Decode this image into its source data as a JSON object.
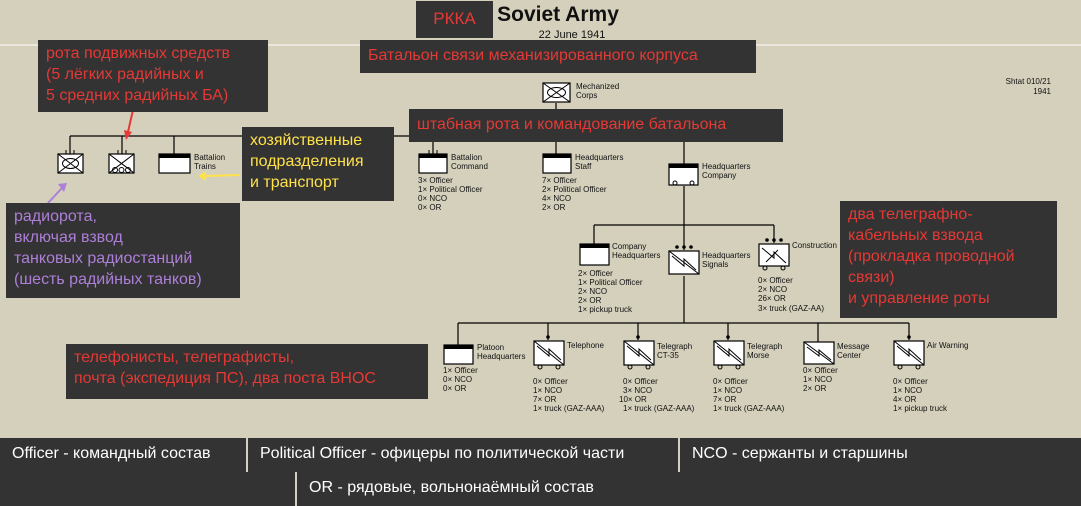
{
  "header": {
    "title": "Soviet Army",
    "date": "22 June 1941",
    "shtat": [
      "Shtat 010/21",
      "1941"
    ]
  },
  "annotations": {
    "rkka": "РККА",
    "battalion": "Батальон связи механизированного корпуса",
    "hq_company": "штабная рота и командование батальона",
    "mobile_company": [
      "рота подвижных средств",
      "(5 лёгких радийных и",
      "5 средних радийных БА)"
    ],
    "trains": [
      "хозяйственные",
      "подразделения",
      "и транспорт"
    ],
    "radio_company": [
      "радиорота,",
      "включая взвод",
      "танковых радиостанций",
      "(шесть радийных танков)"
    ],
    "telegraph_platoons": [
      "два телеграфно-",
      "кабельных взвода",
      "(прокладка проводной",
      "связи)",
      "и управление роты"
    ],
    "signals_platoons": [
      "телефонисты, телеграфисты,",
      "почта (экспедиция ПС), два поста ВНОС"
    ]
  },
  "units": {
    "corps": [
      "Mechanized",
      "Corps"
    ],
    "battalion_trains": [
      "Battalion",
      "Trains"
    ],
    "battalion_command": {
      "label": [
        "Battalion",
        "Command"
      ],
      "personnel": [
        "3× Officer",
        "1× Political Officer",
        "0× NCO",
        "0× OR"
      ]
    },
    "hq_staff": {
      "label": [
        "Headquarters",
        "Staff"
      ],
      "personnel": [
        "7× Officer",
        "2× Political Officer",
        "4× NCO",
        "2× OR"
      ]
    },
    "hq_company": {
      "label": [
        "Headquarters",
        "Company"
      ]
    },
    "company_hq": {
      "label": [
        "Company",
        "Headquarters"
      ],
      "personnel": [
        "2× Officer",
        "1× Political Officer",
        "2× NCO",
        "2× OR",
        "1× pickup truck"
      ]
    },
    "hq_signals": {
      "label": [
        "Headquarters",
        "Signals"
      ]
    },
    "construction": {
      "label": [
        "Construction"
      ],
      "personnel": [
        "0× Officer",
        "2× NCO",
        "26× OR",
        "3× truck (GAZ-AA)"
      ]
    },
    "platoon_hq": {
      "label": [
        "Platoon",
        "Headquarters"
      ],
      "personnel": [
        "1× Officer",
        "0× NCO",
        "0× OR"
      ]
    },
    "telephone": {
      "label": [
        "Telephone"
      ],
      "personnel": [
        "0× Officer",
        "1× NCO",
        "7× OR",
        "1× truck (GAZ-AAA)"
      ]
    },
    "telegraph_ct35": {
      "label": [
        "Telegraph",
        "CT-35"
      ],
      "personnel": [
        "0× Officer",
        "3× NCO",
        "10× OR",
        "1× truck (GAZ-AAA)"
      ]
    },
    "telegraph_morse": {
      "label": [
        "Telegraph",
        "Morse"
      ],
      "personnel": [
        "0× Officer",
        "1× NCO",
        "7× OR",
        "1× truck (GAZ-AAA)"
      ]
    },
    "message_center": {
      "label": [
        "Message",
        "Center"
      ],
      "personnel": [
        "0× Officer",
        "1× NCO",
        "2× OR"
      ]
    },
    "air_warning": {
      "label": [
        "Air Warning"
      ],
      "personnel": [
        "0× Officer",
        "1× NCO",
        "4× OR",
        "1× pickup truck"
      ]
    }
  },
  "legend": {
    "officer": "Officer - командный состав",
    "political": "Political Officer - офицеры по политической части",
    "nco": "NCO - сержанты и старшины",
    "or": "OR - рядовые, вольнонаёмный состав"
  },
  "colors": {
    "background": "#d4d0bc",
    "annotation_bg": "#333333",
    "red": "#e53935",
    "yellow": "#ffe24a",
    "purple": "#ad7fd8"
  }
}
